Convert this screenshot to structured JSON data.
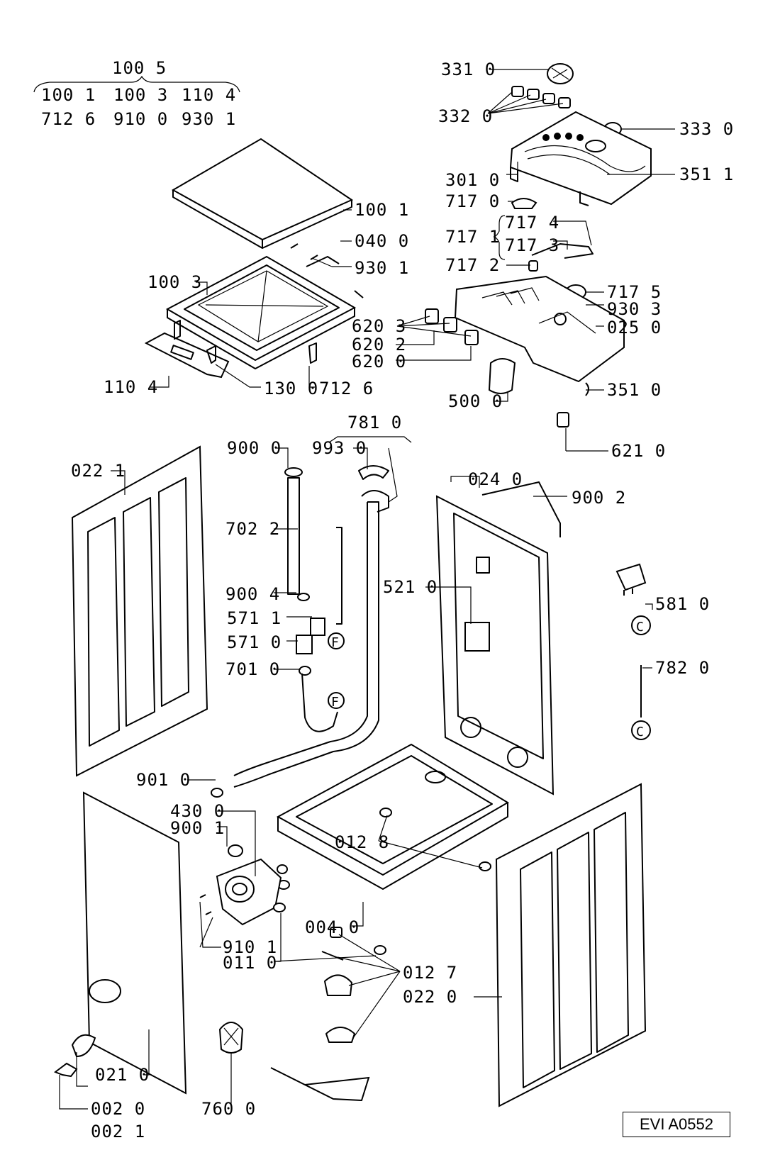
{
  "kit_group": {
    "title": "100 5",
    "row1": [
      "100 1",
      "100 3",
      "110 4"
    ],
    "row2": [
      "712 6",
      "910 0",
      "930 1"
    ]
  },
  "labels": {
    "p3310": "331 0",
    "p3320": "332 0",
    "p3330": "333 0",
    "p3010": "301 0",
    "p3511": "351 1",
    "p7170": "717 0",
    "p7171": "717 1",
    "p7174": "717 4",
    "p7173": "717 3",
    "p7172": "717 2",
    "p7175": "717 5",
    "p9303": "930 3",
    "p0250": "025 0",
    "p6203": "620 3",
    "p6202": "620 2",
    "p6200": "620 0",
    "p3510": "351 0",
    "p5000": "500 0",
    "p6210": "621 0",
    "p1001": "100 1",
    "p0400": "040 0",
    "p9301": "930 1",
    "p1003": "100 3",
    "p1104": "110 4",
    "p1300": "130 0",
    "p7126": "712 6",
    "p7810": "781 0",
    "p9000": "900 0",
    "p9930": "993 0",
    "p0221": "022 1",
    "p7022": "702 2",
    "p9004": "900 4",
    "p5711": "571 1",
    "p5710": "571 0",
    "p7010": "701 0",
    "p0240": "024 0",
    "p9002": "900 2",
    "p5210": "521 0",
    "p5810": "581 0",
    "p7820": "782 0",
    "p9010": "901 0",
    "p4300": "430 0",
    "p9001": "900 1",
    "p0128": "012 8",
    "p0040": "004 0",
    "p9101": "910 1",
    "p0110": "011 0",
    "p0127": "012 7",
    "p0220": "022 0",
    "p0210": "021 0",
    "p7600": "760 0",
    "p0020": "002 0",
    "p0021": "002 1"
  },
  "markers": {
    "f_top": "F",
    "f_bottom": "F",
    "c_top": "C",
    "c_bottom": "C"
  },
  "drawing_ref": "EVI A0552"
}
